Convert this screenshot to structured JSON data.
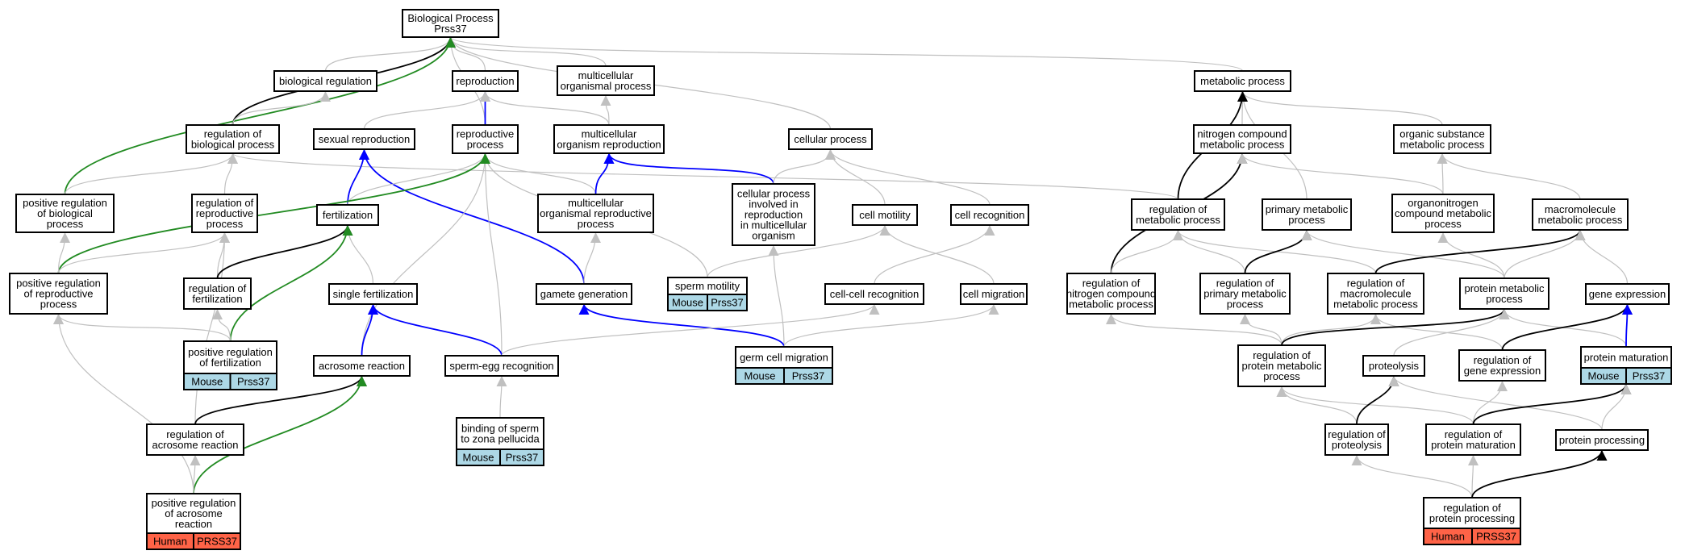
{
  "colors": {
    "grey": "#c0c0c0",
    "black": "#000000",
    "blue": "#0000ff",
    "green": "#228b22",
    "mouse_badge": "#add8e6",
    "human_badge": "#ff6347"
  },
  "nodes": {
    "root": {
      "lines": [
        "Biological Process",
        "Prss37"
      ]
    },
    "biological_regulation": {
      "lines": [
        "biological regulation"
      ]
    },
    "reproduction": {
      "lines": [
        "reproduction"
      ]
    },
    "multicellular_organismal_process": {
      "lines": [
        "multicellular",
        "organismal process"
      ]
    },
    "metabolic_process": {
      "lines": [
        "metabolic process"
      ]
    },
    "regulation_of_biological_process": {
      "lines": [
        "regulation of",
        "biological process"
      ]
    },
    "sexual_reproduction": {
      "lines": [
        "sexual reproduction"
      ]
    },
    "reproductive_process": {
      "lines": [
        "reproductive",
        "process"
      ]
    },
    "multicellular_organism_reproduction": {
      "lines": [
        "multicellular",
        "organism reproduction"
      ]
    },
    "cellular_process": {
      "lines": [
        "cellular process"
      ]
    },
    "nitrogen_compound_metabolic_process": {
      "lines": [
        "nitrogen compound",
        "metabolic process"
      ]
    },
    "organic_substance_metabolic_process": {
      "lines": [
        "organic substance",
        "metabolic process"
      ]
    },
    "positive_regulation_of_biological_process": {
      "lines": [
        "positive regulation",
        "of biological",
        "process"
      ]
    },
    "regulation_of_reproductive_process": {
      "lines": [
        "regulation of",
        "reproductive",
        "process"
      ]
    },
    "fertilization": {
      "lines": [
        "fertilization"
      ]
    },
    "multicellular_organismal_reproductive_process": {
      "lines": [
        "multicellular",
        "organismal reproductive",
        "process"
      ]
    },
    "cellular_process_involved_in_reproduction": {
      "lines": [
        "cellular process",
        "involved in",
        "reproduction",
        "in multicellular",
        "organism"
      ]
    },
    "cell_motility": {
      "lines": [
        "cell motility"
      ]
    },
    "cell_recognition": {
      "lines": [
        "cell recognition"
      ]
    },
    "regulation_of_metabolic_process": {
      "lines": [
        "regulation of",
        "metabolic process"
      ]
    },
    "primary_metabolic_process": {
      "lines": [
        "primary metabolic",
        "process"
      ]
    },
    "organonitrogen_compound_metabolic_process": {
      "lines": [
        "organonitrogen",
        "compound metabolic",
        "process"
      ]
    },
    "macromolecule_metabolic_process": {
      "lines": [
        "macromolecule",
        "metabolic process"
      ]
    },
    "positive_regulation_of_reproductive_process": {
      "lines": [
        "positive regulation",
        "of reproductive",
        "process"
      ]
    },
    "regulation_of_fertilization": {
      "lines": [
        "regulation of",
        "fertilization"
      ]
    },
    "single_fertilization": {
      "lines": [
        "single fertilization"
      ]
    },
    "gamete_generation": {
      "lines": [
        "gamete generation"
      ]
    },
    "sperm_motility": {
      "lines": [
        "sperm motility"
      ],
      "badge": [
        "Mouse",
        "Prss37"
      ]
    },
    "cell_cell_recognition": {
      "lines": [
        "cell-cell recognition"
      ]
    },
    "cell_migration": {
      "lines": [
        "cell migration"
      ]
    },
    "regulation_of_nitrogen_compound_metabolic_process": {
      "lines": [
        "regulation of",
        "nitrogen compound",
        "metabolic process"
      ]
    },
    "regulation_of_primary_metabolic_process": {
      "lines": [
        "regulation of",
        "primary metabolic",
        "process"
      ]
    },
    "regulation_of_macromolecule_metabolic_process": {
      "lines": [
        "regulation of",
        "macromolecule",
        "metabolic process"
      ]
    },
    "protein_metabolic_process": {
      "lines": [
        "protein metabolic",
        "process"
      ]
    },
    "gene_expression": {
      "lines": [
        "gene expression"
      ]
    },
    "positive_regulation_of_fertilization": {
      "lines": [
        "positive regulation",
        "of fertilization"
      ],
      "badge": [
        "Mouse",
        "Prss37"
      ]
    },
    "acrosome_reaction": {
      "lines": [
        "acrosome reaction"
      ]
    },
    "sperm_egg_recognition": {
      "lines": [
        "sperm-egg recognition"
      ]
    },
    "germ_cell_migration": {
      "lines": [
        "germ cell migration"
      ],
      "badge": [
        "Mouse",
        "Prss37"
      ]
    },
    "regulation_of_protein_metabolic_process": {
      "lines": [
        "regulation of",
        "protein metabolic",
        "process"
      ]
    },
    "proteolysis": {
      "lines": [
        "proteolysis"
      ]
    },
    "regulation_of_gene_expression": {
      "lines": [
        "regulation of",
        "gene expression"
      ]
    },
    "protein_maturation": {
      "lines": [
        "protein maturation"
      ],
      "badge": [
        "Mouse",
        "Prss37"
      ]
    },
    "regulation_of_acrosome_reaction": {
      "lines": [
        "regulation of",
        "acrosome reaction"
      ]
    },
    "binding_of_sperm_to_zona_pellucida": {
      "lines": [
        "binding of sperm",
        "to zona pellucida"
      ],
      "badge": [
        "Mouse",
        "Prss37"
      ]
    },
    "regulation_of_proteolysis": {
      "lines": [
        "regulation of",
        "proteolysis"
      ]
    },
    "regulation_of_protein_maturation": {
      "lines": [
        "regulation of",
        "protein maturation"
      ]
    },
    "protein_processing": {
      "lines": [
        "protein processing"
      ]
    },
    "positive_regulation_of_acrosome_reaction": {
      "lines": [
        "positive regulation",
        "of acrosome",
        "reaction"
      ],
      "badge": [
        "Human",
        "PRSS37"
      ]
    },
    "regulation_of_protein_processing": {
      "lines": [
        "regulation of",
        "protein processing"
      ],
      "badge": [
        "Human",
        "PRSS37"
      ]
    }
  },
  "edges": [
    {
      "from": "biological_regulation",
      "to": "root",
      "color": "grey"
    },
    {
      "from": "reproduction",
      "to": "root",
      "color": "grey"
    },
    {
      "from": "multicellular_organismal_process",
      "to": "root",
      "color": "grey"
    },
    {
      "from": "metabolic_process",
      "to": "root",
      "color": "grey"
    },
    {
      "from": "cellular_process",
      "to": "root",
      "color": "grey"
    },
    {
      "from": "reproductive_process",
      "to": "root",
      "color": "grey"
    },
    {
      "from": "regulation_of_biological_process",
      "to": "root",
      "color": "black"
    },
    {
      "from": "positive_regulation_of_biological_process",
      "to": "root",
      "color": "green"
    },
    {
      "from": "regulation_of_biological_process",
      "to": "biological_regulation",
      "color": "grey"
    },
    {
      "from": "reproductive_process",
      "to": "reproduction",
      "color": "blue"
    },
    {
      "from": "sexual_reproduction",
      "to": "reproduction",
      "color": "grey"
    },
    {
      "from": "multicellular_organism_reproduction",
      "to": "reproduction",
      "color": "grey"
    },
    {
      "from": "multicellular_organism_reproduction",
      "to": "multicellular_organismal_process",
      "color": "grey"
    },
    {
      "from": "nitrogen_compound_metabolic_process",
      "to": "metabolic_process",
      "color": "grey"
    },
    {
      "from": "organic_substance_metabolic_process",
      "to": "metabolic_process",
      "color": "grey"
    },
    {
      "from": "primary_metabolic_process",
      "to": "metabolic_process",
      "color": "grey"
    },
    {
      "from": "regulation_of_metabolic_process",
      "to": "metabolic_process",
      "color": "black"
    },
    {
      "from": "positive_regulation_of_biological_process",
      "to": "regulation_of_biological_process",
      "color": "grey"
    },
    {
      "from": "regulation_of_reproductive_process",
      "to": "regulation_of_biological_process",
      "color": "grey"
    },
    {
      "from": "regulation_of_metabolic_process",
      "to": "regulation_of_biological_process",
      "color": "grey"
    },
    {
      "from": "fertilization",
      "to": "sexual_reproduction",
      "color": "blue"
    },
    {
      "from": "gamete_generation",
      "to": "sexual_reproduction",
      "color": "blue"
    },
    {
      "from": "fertilization",
      "to": "reproductive_process",
      "color": "grey"
    },
    {
      "from": "multicellular_organismal_reproductive_process",
      "to": "reproductive_process",
      "color": "grey"
    },
    {
      "from": "sperm_motility",
      "to": "reproductive_process",
      "color": "grey"
    },
    {
      "from": "acrosome_reaction",
      "to": "reproductive_process",
      "color": "grey"
    },
    {
      "from": "sperm_egg_recognition",
      "to": "reproductive_process",
      "color": "grey"
    },
    {
      "from": "positive_regulation_of_reproductive_process",
      "to": "reproductive_process",
      "color": "green"
    },
    {
      "from": "multicellular_organismal_reproductive_process",
      "to": "multicellular_organism_reproduction",
      "color": "blue"
    },
    {
      "from": "cellular_process_involved_in_reproduction",
      "to": "multicellular_organism_reproduction",
      "color": "blue"
    },
    {
      "from": "cellular_process_involved_in_reproduction",
      "to": "cellular_process",
      "color": "grey"
    },
    {
      "from": "cell_motility",
      "to": "cellular_process",
      "color": "grey"
    },
    {
      "from": "cell_recognition",
      "to": "cellular_process",
      "color": "grey"
    },
    {
      "from": "regulation_of_nitrogen_compound_metabolic_process",
      "to": "nitrogen_compound_metabolic_process",
      "color": "black"
    },
    {
      "from": "organonitrogen_compound_metabolic_process",
      "to": "nitrogen_compound_metabolic_process",
      "color": "grey"
    },
    {
      "from": "organonitrogen_compound_metabolic_process",
      "to": "organic_substance_metabolic_process",
      "color": "grey"
    },
    {
      "from": "macromolecule_metabolic_process",
      "to": "organic_substance_metabolic_process",
      "color": "grey"
    },
    {
      "from": "positive_regulation_of_reproductive_process",
      "to": "positive_regulation_of_biological_process",
      "color": "grey"
    },
    {
      "from": "positive_regulation_of_reproductive_process",
      "to": "regulation_of_reproductive_process",
      "color": "grey"
    },
    {
      "from": "regulation_of_fertilization",
      "to": "regulation_of_reproductive_process",
      "color": "grey"
    },
    {
      "from": "regulation_of_acrosome_reaction",
      "to": "regulation_of_reproductive_process",
      "color": "grey"
    },
    {
      "from": "regulation_of_fertilization",
      "to": "fertilization",
      "color": "black"
    },
    {
      "from": "single_fertilization",
      "to": "fertilization",
      "color": "grey"
    },
    {
      "from": "positive_regulation_of_fertilization",
      "to": "fertilization",
      "color": "green"
    },
    {
      "from": "gamete_generation",
      "to": "multicellular_organismal_reproductive_process",
      "color": "grey"
    },
    {
      "from": "germ_cell_migration",
      "to": "cellular_process_involved_in_reproduction",
      "color": "grey"
    },
    {
      "from": "sperm_motility",
      "to": "cell_motility",
      "color": "grey"
    },
    {
      "from": "cell_migration",
      "to": "cell_motility",
      "color": "grey"
    },
    {
      "from": "cell_cell_recognition",
      "to": "cell_recognition",
      "color": "grey"
    },
    {
      "from": "regulation_of_nitrogen_compound_metabolic_process",
      "to": "regulation_of_metabolic_process",
      "color": "grey"
    },
    {
      "from": "regulation_of_primary_metabolic_process",
      "to": "regulation_of_metabolic_process",
      "color": "grey"
    },
    {
      "from": "regulation_of_macromolecule_metabolic_process",
      "to": "regulation_of_metabolic_process",
      "color": "grey"
    },
    {
      "from": "regulation_of_primary_metabolic_process",
      "to": "primary_metabolic_process",
      "color": "black"
    },
    {
      "from": "protein_metabolic_process",
      "to": "primary_metabolic_process",
      "color": "grey"
    },
    {
      "from": "protein_metabolic_process",
      "to": "organonitrogen_compound_metabolic_process",
      "color": "grey"
    },
    {
      "from": "regulation_of_macromolecule_metabolic_process",
      "to": "macromolecule_metabolic_process",
      "color": "black"
    },
    {
      "from": "protein_metabolic_process",
      "to": "macromolecule_metabolic_process",
      "color": "grey"
    },
    {
      "from": "gene_expression",
      "to": "macromolecule_metabolic_process",
      "color": "grey"
    },
    {
      "from": "positive_regulation_of_acrosome_reaction",
      "to": "positive_regulation_of_reproductive_process",
      "color": "grey"
    },
    {
      "from": "positive_regulation_of_fertilization",
      "to": "positive_regulation_of_reproductive_process",
      "color": "grey"
    },
    {
      "from": "positive_regulation_of_fertilization",
      "to": "regulation_of_fertilization",
      "color": "grey"
    },
    {
      "from": "acrosome_reaction",
      "to": "single_fertilization",
      "color": "blue"
    },
    {
      "from": "sperm_egg_recognition",
      "to": "single_fertilization",
      "color": "blue"
    },
    {
      "from": "germ_cell_migration",
      "to": "gamete_generation",
      "color": "blue"
    },
    {
      "from": "sperm_egg_recognition",
      "to": "cell_cell_recognition",
      "color": "grey"
    },
    {
      "from": "germ_cell_migration",
      "to": "cell_migration",
      "color": "grey"
    },
    {
      "from": "regulation_of_protein_metabolic_process",
      "to": "regulation_of_nitrogen_compound_metabolic_process",
      "color": "grey"
    },
    {
      "from": "regulation_of_protein_metabolic_process",
      "to": "regulation_of_primary_metabolic_process",
      "color": "grey"
    },
    {
      "from": "regulation_of_protein_metabolic_process",
      "to": "regulation_of_macromolecule_metabolic_process",
      "color": "grey"
    },
    {
      "from": "regulation_of_gene_expression",
      "to": "regulation_of_macromolecule_metabolic_process",
      "color": "grey"
    },
    {
      "from": "regulation_of_protein_metabolic_process",
      "to": "protein_metabolic_process",
      "color": "black"
    },
    {
      "from": "proteolysis",
      "to": "protein_metabolic_process",
      "color": "grey"
    },
    {
      "from": "protein_maturation",
      "to": "protein_metabolic_process",
      "color": "grey"
    },
    {
      "from": "regulation_of_gene_expression",
      "to": "gene_expression",
      "color": "black"
    },
    {
      "from": "protein_maturation",
      "to": "gene_expression",
      "color": "blue"
    },
    {
      "from": "regulation_of_acrosome_reaction",
      "to": "acrosome_reaction",
      "color": "black"
    },
    {
      "from": "positive_regulation_of_acrosome_reaction",
      "to": "acrosome_reaction",
      "color": "green"
    },
    {
      "from": "binding_of_sperm_to_zona_pellucida",
      "to": "sperm_egg_recognition",
      "color": "grey"
    },
    {
      "from": "regulation_of_proteolysis",
      "to": "regulation_of_protein_metabolic_process",
      "color": "grey"
    },
    {
      "from": "regulation_of_protein_maturation",
      "to": "regulation_of_protein_metabolic_process",
      "color": "grey"
    },
    {
      "from": "regulation_of_proteolysis",
      "to": "proteolysis",
      "color": "black"
    },
    {
      "from": "protein_processing",
      "to": "proteolysis",
      "color": "grey"
    },
    {
      "from": "regulation_of_protein_maturation",
      "to": "regulation_of_gene_expression",
      "color": "grey"
    },
    {
      "from": "regulation_of_protein_maturation",
      "to": "protein_maturation",
      "color": "black"
    },
    {
      "from": "protein_processing",
      "to": "protein_maturation",
      "color": "grey"
    },
    {
      "from": "positive_regulation_of_acrosome_reaction",
      "to": "regulation_of_acrosome_reaction",
      "color": "grey"
    },
    {
      "from": "regulation_of_protein_processing",
      "to": "regulation_of_proteolysis",
      "color": "grey"
    },
    {
      "from": "regulation_of_protein_processing",
      "to": "regulation_of_protein_maturation",
      "color": "grey"
    },
    {
      "from": "regulation_of_protein_processing",
      "to": "protein_processing",
      "color": "black"
    }
  ]
}
